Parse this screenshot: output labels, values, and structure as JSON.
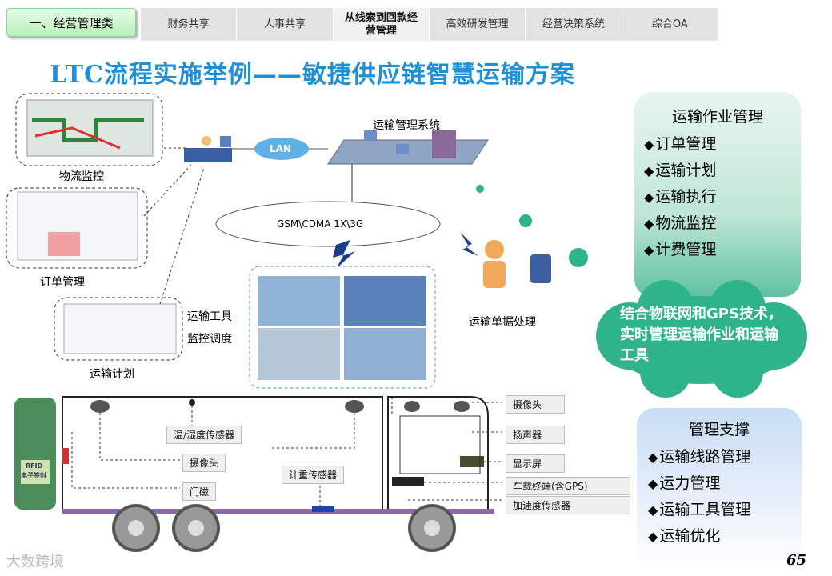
{
  "nav": {
    "section_badge": "一、经营管理类",
    "tabs": [
      "财务共享",
      "人事共享",
      "从线索到回款经营管理",
      "高效研发管理",
      "经营决策系统",
      "综合OA"
    ],
    "tab3_line1": "从线索到回款经",
    "tab3_line2": "营管理"
  },
  "title": "LTC流程实施举例——敏捷供应链智慧运输方案",
  "diagram": {
    "tms_label": "运输管理系统",
    "lan_label": "LAN",
    "gsm_label": "GSM\\CDMA 1X\\3G",
    "monitor_label": "物流监控",
    "order_label": "订单管理",
    "plan_label": "运输计划",
    "vehicle_monitor_line1": "运输工具",
    "vehicle_monitor_line2": "监控调度",
    "doc_process_label": "运输单据处理",
    "rfid_line1": "RFID",
    "rfid_line2": "电子签封"
  },
  "truck": {
    "temp_sensor": "温/湿度传感器",
    "camera_inner": "摄像头",
    "door_sensor": "门磁",
    "weight_sensor": "计重传感器",
    "camera": "摄像头",
    "speaker": "扬声器",
    "display": "显示屏",
    "terminal": "车载终端(含GPS)",
    "accel_sensor": "加速度传感器"
  },
  "panel_transport": {
    "title": "运输作业管理",
    "items": [
      "订单管理",
      "运输计划",
      "运输执行",
      "物流监控",
      "计费管理"
    ]
  },
  "cloud_text": "结合物联网和GPS技术，实时管理运输作业和运输工具",
  "panel_support": {
    "title": "管理支撑",
    "items": [
      "运输线路管理",
      "运力管理",
      "运输工具管理",
      "运输优化"
    ]
  },
  "page_number": "65",
  "watermark": "大数跨境",
  "colors": {
    "title": "#1f8fd6",
    "accent_green": "#2fb38a",
    "tab_bg": "#e3e3e3"
  }
}
